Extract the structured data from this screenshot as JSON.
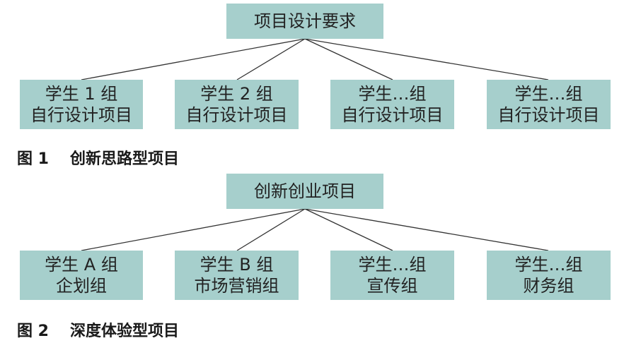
{
  "figure1": {
    "root": "项目设计要求",
    "children": [
      {
        "line1": "学生 1 组",
        "line2": "自行设计项目"
      },
      {
        "line1": "学生 2 组",
        "line2": "自行设计项目"
      },
      {
        "line1": "学生…组",
        "line2": "自行设计项目"
      },
      {
        "line1": "学生…组",
        "line2": "自行设计项目"
      }
    ],
    "caption_number": "图 1",
    "caption_title": "创新思路型项目"
  },
  "figure2": {
    "root": "创新创业项目",
    "children": [
      {
        "line1": "学生 A 组",
        "line2": "企划组"
      },
      {
        "line1": "学生 B 组",
        "line2": "市场营销组"
      },
      {
        "line1": "学生…组",
        "line2": "宣传组"
      },
      {
        "line1": "学生…组",
        "line2": "财务组"
      }
    ],
    "caption_number": "图 2",
    "caption_title": "深度体验型项目"
  },
  "colors": {
    "box_fill": "#a6cfcc",
    "line": "#333333",
    "text": "#222222"
  }
}
